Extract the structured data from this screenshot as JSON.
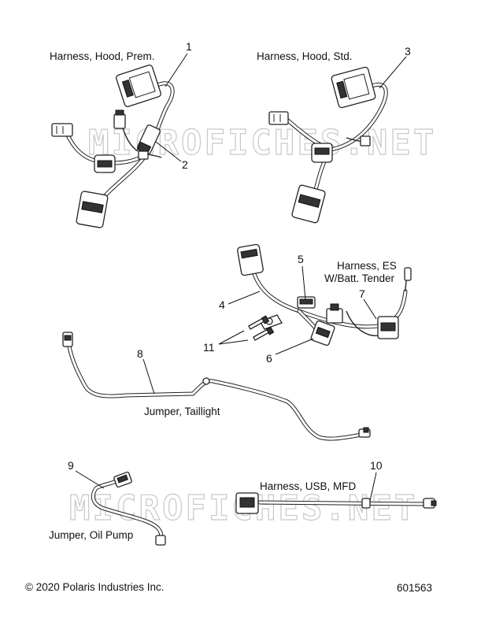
{
  "watermark": {
    "upper": "MICROFICHES.NET",
    "lower": "MICROFICHES.NET"
  },
  "labels": {
    "harness_hood_prem": "Harness, Hood, Prem.",
    "harness_hood_std": "Harness, Hood, Std.",
    "harness_es_line1": "Harness, ES",
    "harness_es_line2": "W/Batt. Tender",
    "jumper_taillight": "Jumper, Taillight",
    "jumper_oil_pump": "Jumper, Oil Pump",
    "harness_usb_mfd": "Harness, USB, MFD"
  },
  "callouts": {
    "c1": "1",
    "c2": "2",
    "c3": "3",
    "c4": "4",
    "c5": "5",
    "c6": "6",
    "c7": "7",
    "c8": "8",
    "c9": "9",
    "c10": "10",
    "c11": "11"
  },
  "footer": {
    "copyright": "© 2020 Polaris Industries Inc.",
    "figure_number": "601563"
  }
}
